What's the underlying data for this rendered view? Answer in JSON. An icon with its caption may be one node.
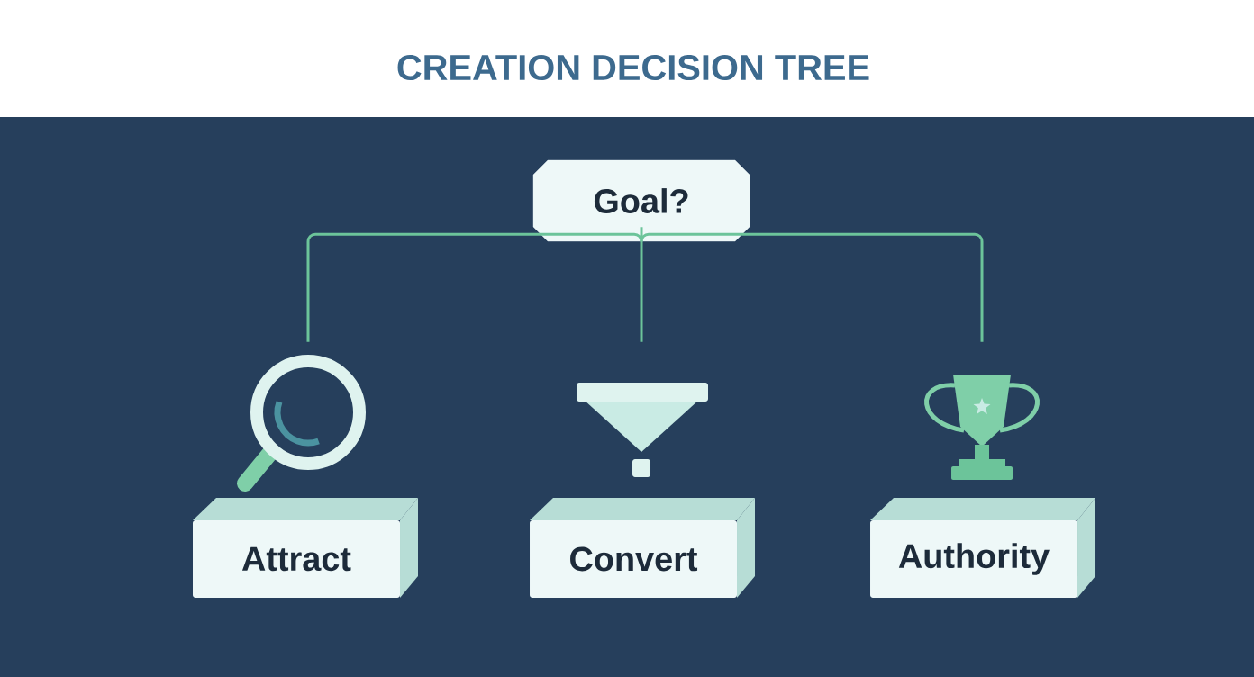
{
  "diagram": {
    "title": "CREATION DECISION TREE",
    "nodes": [
      {
        "text": [
          "Goal?"
        ]
      },
      {
        "text": [],
        "shape": "picture"
      },
      {
        "text": [],
        "shape": "picture"
      },
      {
        "text": [],
        "shape": "picture"
      },
      {
        "text": [
          "Attract"
        ]
      },
      {
        "text": [
          "Convert"
        ]
      },
      {
        "text": [
          "Authority"
        ]
      }
    ],
    "edges": [
      {
        "from": 0,
        "to": 1,
        "arrow": "none"
      },
      {
        "from": 0,
        "to": 2,
        "arrow": "none"
      },
      {
        "from": 0,
        "to": 3,
        "arrow": "none"
      }
    ]
  }
}
